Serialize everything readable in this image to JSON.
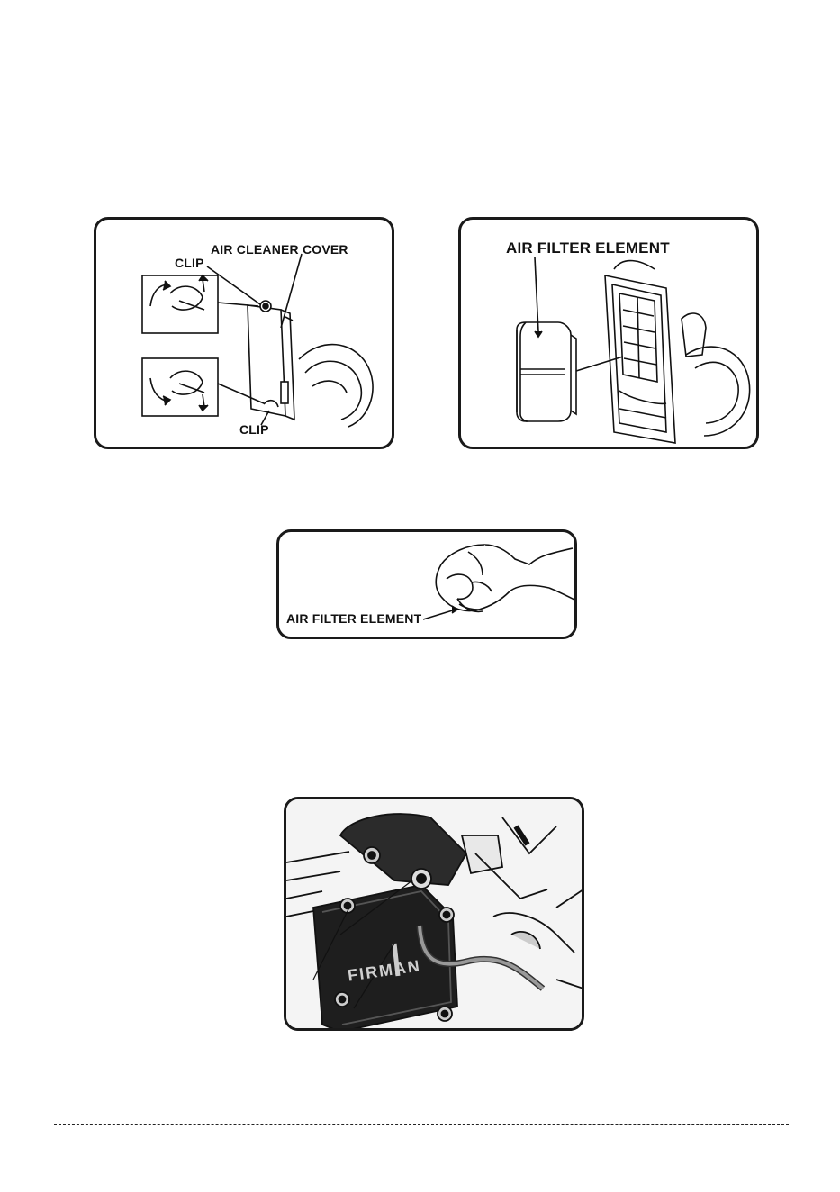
{
  "figure1": {
    "label_clip_top": "CLIP",
    "label_cover": "AIR CLEANER COVER",
    "label_clip_bottom": "CLIP"
  },
  "figure2": {
    "label_element": "AIR FILTER ELEMENT"
  },
  "figure3": {
    "label_element": "AIR FILTER ELEMENT"
  },
  "figure4": {
    "engine_logo": "FIRMAN"
  }
}
